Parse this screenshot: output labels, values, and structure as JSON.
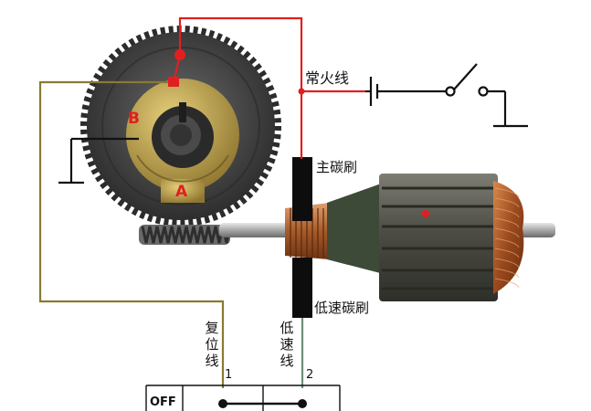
{
  "labels": {
    "live_wire": "常火线",
    "main_brush": "主碳刷",
    "low_speed_brush": "低速碳刷",
    "reset_wire": "复位线",
    "low_speed_wire": "低速线",
    "terminal_1": "1",
    "terminal_2": "2",
    "switch_off": "OFF",
    "contact_a": "A",
    "contact_b": "B"
  },
  "colors": {
    "red_wire": "#e02020",
    "reset_wire": "#8a7a30",
    "low_speed_wire": "#6d8f78",
    "gear": "#3a3a3a",
    "brass": "#b89a45",
    "copper": "#b06030",
    "iron": "#5c5c55"
  }
}
